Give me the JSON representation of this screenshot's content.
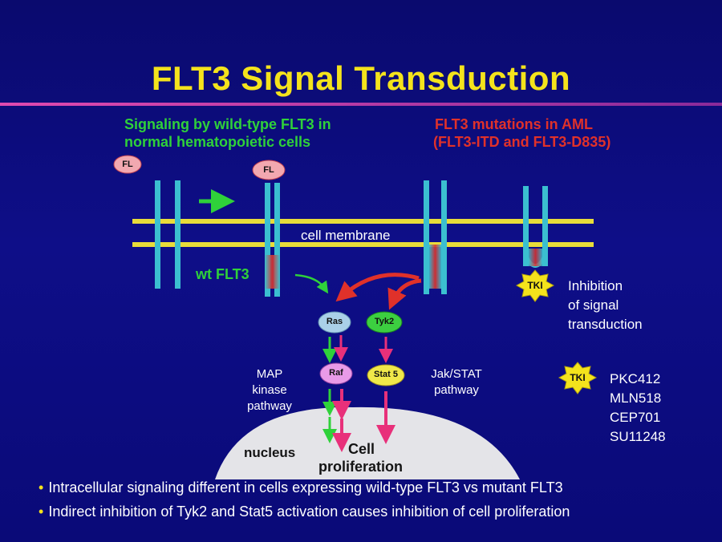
{
  "title": "FLT3 Signal Transduction",
  "left_heading": [
    "Signaling by wild-type FLT3 in",
    "normal hematopoietic cells"
  ],
  "right_heading": [
    "FLT3 mutations in AML",
    "(FLT3-ITD and FLT3-D835)"
  ],
  "ligand_label": "FL",
  "membrane_label": "cell membrane",
  "wt_label": "wt FLT3",
  "nodes": {
    "ras": "Ras",
    "tyk2": "Tyk2",
    "raf": "Raf",
    "stat": "Stat 5"
  },
  "map_pathway": [
    "MAP",
    "kinase",
    "pathway"
  ],
  "jak_pathway": [
    "Jak/STAT",
    "pathway"
  ],
  "nucleus_label": "nucleus",
  "cell_prolif": [
    "Cell",
    "proliferation"
  ],
  "tki_label": "TKI",
  "inhibition": [
    "Inhibition",
    "of signal",
    "transduction"
  ],
  "inhibitors": [
    "PKC412",
    "MLN518",
    "CEP701",
    "SU11248"
  ],
  "bullets": [
    "Intracellular signaling different in cells expressing wild-type FLT3 vs mutant FLT3",
    "Indirect inhibition of Tyk2 and Stat5 activation causes inhibition of cell proliferation"
  ],
  "colors": {
    "background": "#0e0e88",
    "title": "#f4e31c",
    "divider": "#c0359a",
    "membrane": "#e8dc3a",
    "receptor": "#3bbfd0",
    "green": "#2fd13a",
    "red": "#e0312a",
    "magenta": "#e8307a",
    "nucleus": "#e4e4e8"
  }
}
